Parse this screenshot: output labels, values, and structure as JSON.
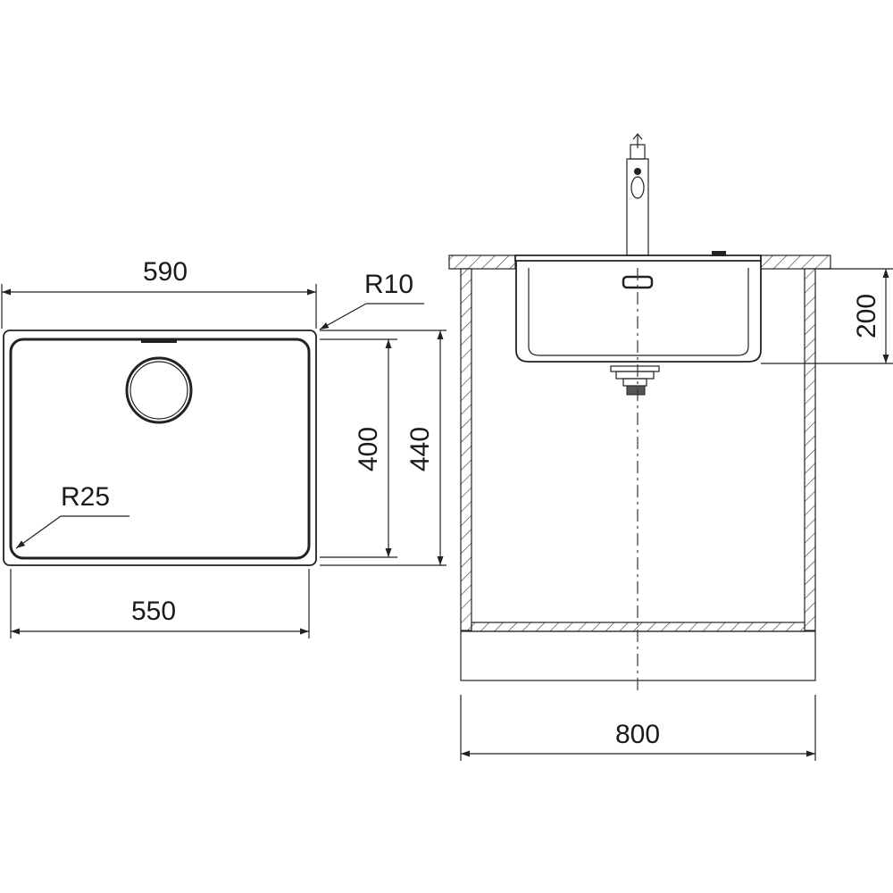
{
  "plan_view": {
    "outer_width": "590",
    "inner_width": "550",
    "inner_depth": "400",
    "outer_depth": "440",
    "outer_radius": "R10",
    "inner_radius": "R25"
  },
  "section_view": {
    "bowl_depth": "200",
    "cabinet_width": "800"
  }
}
